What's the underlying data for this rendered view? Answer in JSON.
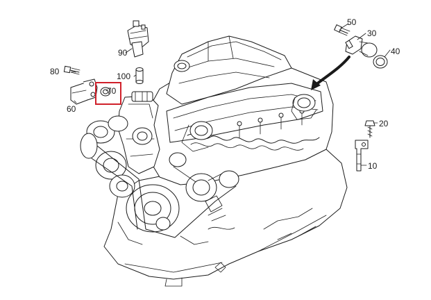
{
  "labels": [
    {
      "id": "10",
      "text": "10"
    },
    {
      "id": "20",
      "text": "20"
    },
    {
      "id": "30",
      "text": "30"
    },
    {
      "id": "40",
      "text": "40"
    },
    {
      "id": "50",
      "text": "50"
    },
    {
      "id": "60",
      "text": "60"
    },
    {
      "id": "70",
      "text": "70"
    },
    {
      "id": "80",
      "text": "80"
    },
    {
      "id": "90",
      "text": "90"
    },
    {
      "id": "100",
      "text": "100"
    }
  ],
  "highlight": {
    "part": "70",
    "color": "#d0202a"
  }
}
